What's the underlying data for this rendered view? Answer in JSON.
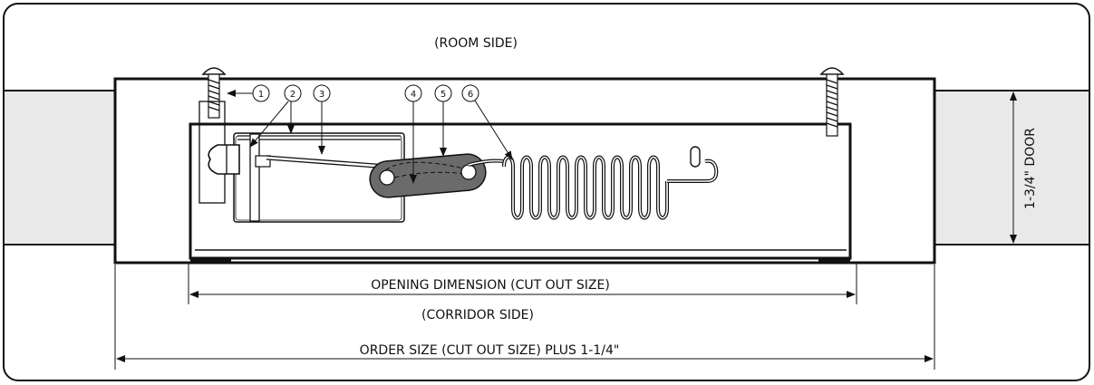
{
  "labels": {
    "room_side": "(ROOM SIDE)",
    "corridor_side": "(CORRIDOR SIDE)",
    "opening_dimension": "OPENING DIMENSION (CUT OUT SIZE)",
    "order_size": "ORDER SIZE (CUT OUT SIZE) PLUS 1-1/4\"",
    "door_thickness": "1-3/4\" DOOR"
  },
  "callouts": [
    "1",
    "2",
    "3",
    "4",
    "5",
    "6"
  ],
  "colors": {
    "line": "#111111",
    "door_fill": "#e9e9e9",
    "link_fill": "#6b6b6b"
  }
}
